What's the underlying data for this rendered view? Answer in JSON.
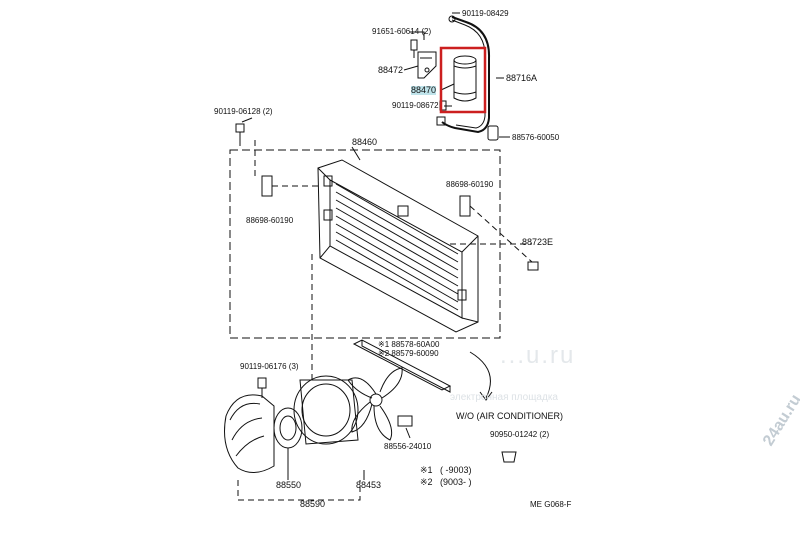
{
  "diagram": {
    "code": "ME G068-F",
    "section_title": "W/O (AIR CONDITIONER)",
    "notes": [
      {
        "mark": "※1",
        "range": "(    -9003)"
      },
      {
        "mark": "※2",
        "range": "(9003-    )"
      }
    ],
    "watermark_domain": "24au.ru",
    "watermark_faint": "...u.ru",
    "watermark_faint_2": "электронная площадка"
  },
  "parts": [
    {
      "id": "p-90119-08429",
      "number": "90119-08429"
    },
    {
      "id": "p-91651-60614",
      "number": "91651-60614 (2)"
    },
    {
      "id": "p-88472",
      "number": "88472"
    },
    {
      "id": "p-88470",
      "number": "88470",
      "highlighted": true
    },
    {
      "id": "p-88716a",
      "number": "88716A"
    },
    {
      "id": "p-90119-08672",
      "number": "90119-08672"
    },
    {
      "id": "p-88576-60050",
      "number": "88576-60050"
    },
    {
      "id": "p-90119-06128",
      "number": "90119-06128 (2)"
    },
    {
      "id": "p-88460",
      "number": "88460"
    },
    {
      "id": "p-88698-60190-r",
      "number": "88698-60190"
    },
    {
      "id": "p-88698-60190-l",
      "number": "88698-60190"
    },
    {
      "id": "p-88723e",
      "number": "88723E"
    },
    {
      "id": "p-88578",
      "number": "※1 88578-60A00"
    },
    {
      "id": "p-88579",
      "number": "※2 88579-60090"
    },
    {
      "id": "p-90119-06176",
      "number": "90119-06176 (3)"
    },
    {
      "id": "p-90950-01242",
      "number": "90950-01242 (2)"
    },
    {
      "id": "p-88556",
      "number": "88556-24010"
    },
    {
      "id": "p-88550",
      "number": "88550"
    },
    {
      "id": "p-88453",
      "number": "88453"
    },
    {
      "id": "p-88590",
      "number": "88590"
    }
  ],
  "highlight": {
    "color": "#cc1f1f",
    "label_bg": "#bfe3ea"
  }
}
